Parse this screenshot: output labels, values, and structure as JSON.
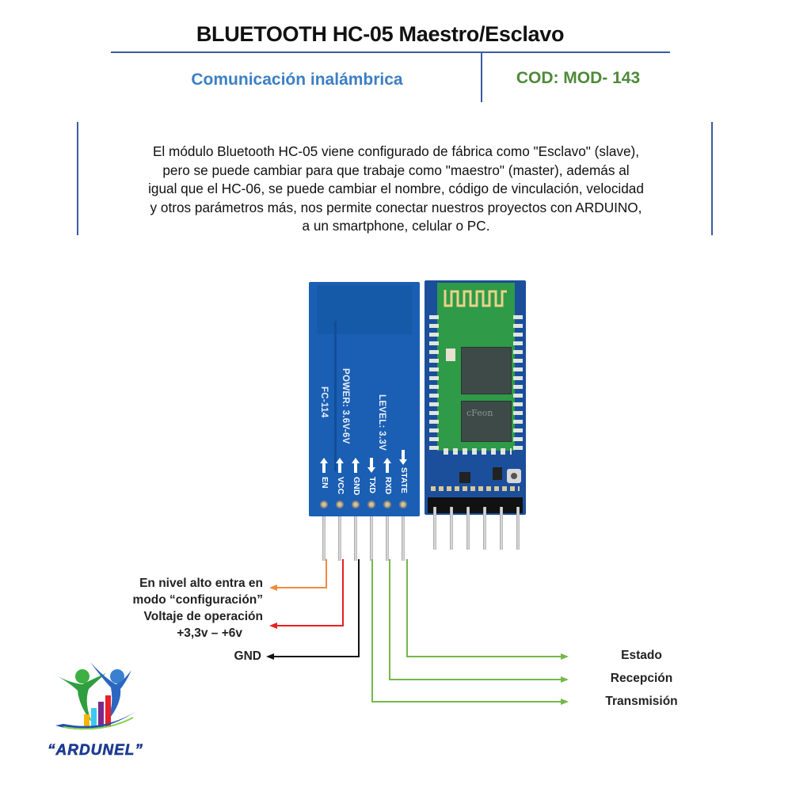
{
  "header": {
    "title": "BLUETOOTH HC-05 Maestro/Esclavo",
    "subtitle": "Comunicación inalámbrica",
    "code": "COD: MOD- 143"
  },
  "description": {
    "lines": [
      "El módulo Bluetooth HC-05 viene configurado de fábrica como \"Esclavo\" (slave),",
      "pero se puede cambiar para que trabaje como \"maestro\" (master), además al",
      "igual que el HC-06, se puede cambiar el nombre, código de vinculación, velocidad",
      "y otros parámetros más, nos permite conectar nuestros proyectos con ARDUINO,",
      "a un smartphone, celular o PC."
    ]
  },
  "module": {
    "silkscreen": {
      "board": "FC-114",
      "power": "POWER: 3.6V-6V",
      "level": "LEVEL: 3.3V"
    },
    "pins": [
      {
        "label": "EN",
        "direction": "in"
      },
      {
        "label": "VCC",
        "direction": "in"
      },
      {
        "label": "GND",
        "direction": "in"
      },
      {
        "label": "TXD",
        "direction": "out"
      },
      {
        "label": "RXD",
        "direction": "in"
      },
      {
        "label": "STATE",
        "direction": "out"
      }
    ],
    "chip_marking": "cFeon"
  },
  "annotations": {
    "en": {
      "text_1": "En nivel alto entra en",
      "text_2": "modo “configuración”",
      "color": "#f08a3c"
    },
    "vcc": {
      "text_1": "Voltaje de operación",
      "text_2": "+3,3v – +6v",
      "color": "#e8201e"
    },
    "gnd": {
      "text": "GND",
      "color": "#111111"
    },
    "state": {
      "text": "Estado",
      "color": "#74b84a"
    },
    "rxd": {
      "text": "Recepción",
      "color": "#74b84a"
    },
    "txd": {
      "text": "Transmisión",
      "color": "#74b84a"
    }
  },
  "logo": {
    "text": "“ARDUNEL”"
  },
  "colors": {
    "rule": "#3a5ba0",
    "subtitle": "#3b7fc4",
    "code": "#4e8a3a",
    "board_blue": "#1a5fb4",
    "board_green": "#2f9a47"
  }
}
